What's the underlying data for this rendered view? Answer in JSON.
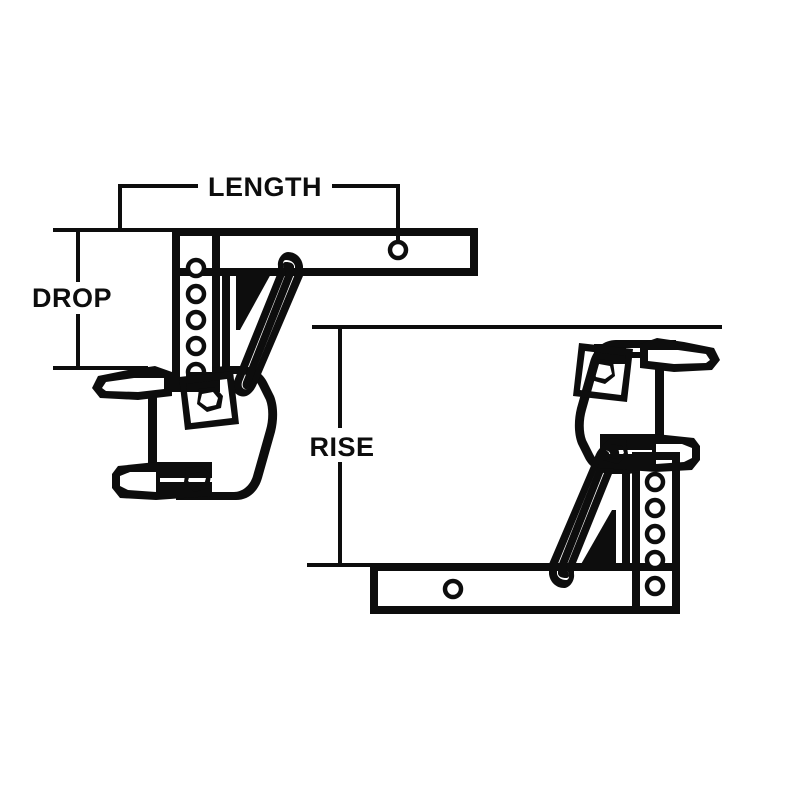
{
  "diagram": {
    "title": "Trailer Hitch Ball Mount Drop and Rise Dimensions",
    "type": "line-art technical diagram",
    "background_color": "#ffffff",
    "ink_color": "#0d0d0d",
    "labels": {
      "length": "LENGTH",
      "drop": "DROP",
      "rise": "RISE"
    },
    "assemblies": [
      {
        "name": "drop-ball-mount",
        "orientation": "drop (ball head below shank)",
        "pin_holes_in_shank_column": 5,
        "shank_pin_hole_count": 1,
        "hex_bolt_count": 2,
        "dimensions_shown": [
          "LENGTH",
          "DROP"
        ]
      },
      {
        "name": "rise-ball-mount",
        "orientation": "rise (ball head above shank)",
        "pin_holes_in_shank_column": 5,
        "shank_pin_hole_count": 1,
        "hex_bolt_count": 2,
        "dimensions_shown": [
          "RISE"
        ]
      }
    ]
  }
}
